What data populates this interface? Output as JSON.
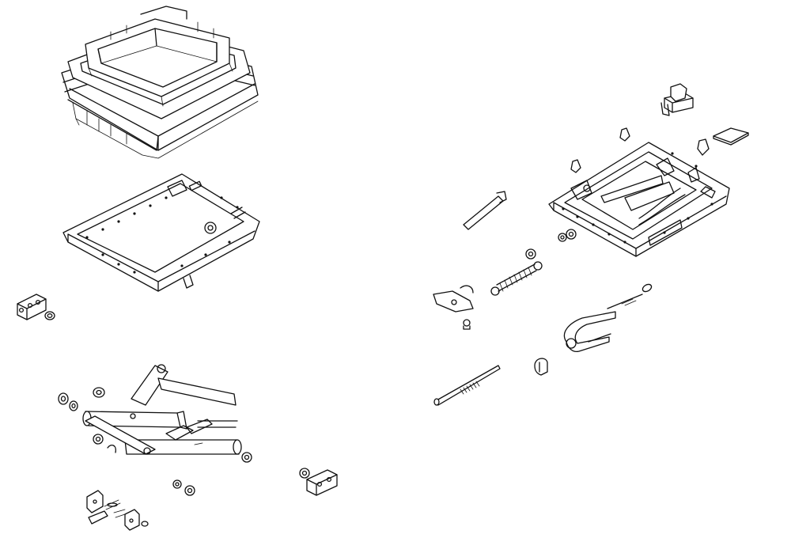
{
  "diagram": {
    "kind": "exploded-assembly-drawing",
    "line_color": "#111111",
    "background": "#ffffff",
    "parts": [
      {
        "id": "seat-cushion-frame"
      },
      {
        "id": "seat-pan-plate"
      },
      {
        "id": "rubber-block-left"
      },
      {
        "id": "bushing-left"
      },
      {
        "id": "scissor-linkage"
      },
      {
        "id": "rubber-block-right"
      },
      {
        "id": "bracket-clips"
      },
      {
        "id": "knob-pin"
      },
      {
        "id": "pad"
      },
      {
        "id": "rails-frame"
      },
      {
        "id": "rod"
      },
      {
        "id": "extension-spring"
      },
      {
        "id": "latch-lever"
      },
      {
        "id": "bowden-cable"
      },
      {
        "id": "strap-loop"
      },
      {
        "id": "threaded-rod"
      },
      {
        "id": "clip"
      }
    ]
  }
}
